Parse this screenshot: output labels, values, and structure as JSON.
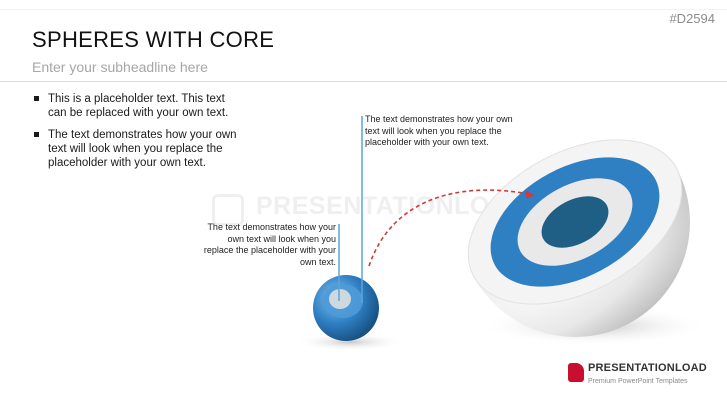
{
  "slide": {
    "code": "#D2594",
    "title": "SPHERES WITH CORE",
    "subtitle": "Enter your subheadline here"
  },
  "bullets": [
    "This is a placeholder text. This text can be replaced with your own text.",
    "The text demonstrates how your own text will look when you replace the placeholder with your own text."
  ],
  "callouts": {
    "top": "The text demonstrates how your own text will look when you replace the placeholder with your own text.",
    "left": "The text demonstrates how your own text will look when you replace the placeholder with your own text."
  },
  "watermark": "PRESENTATIONLOAD",
  "logo": {
    "name": "PRESENTATIONLOAD",
    "tagline": "Premium PowerPoint Templates"
  },
  "colors": {
    "accent_blue": "#2f7fc3",
    "dark_core": "#1f5f86",
    "arrow_red": "#d23a3a",
    "brand_red": "#c8102e"
  },
  "icons": {
    "logo": "presentationload-logo-icon",
    "watermark": "presentationload-watermark-icon"
  }
}
